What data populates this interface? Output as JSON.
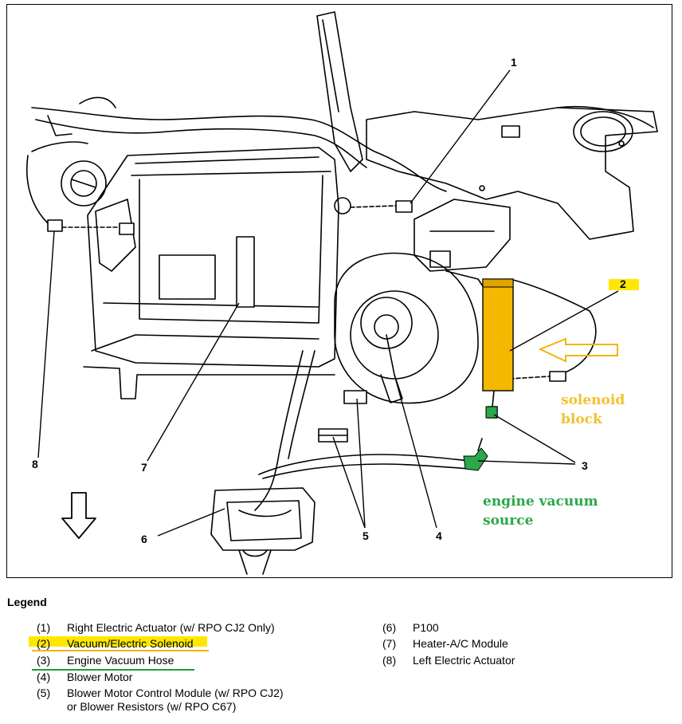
{
  "callouts": {
    "c1": "1",
    "c2": "2",
    "c3": "3",
    "c4": "4",
    "c5": "5",
    "c6": "6",
    "c7": "7",
    "c8": "8"
  },
  "annotations": {
    "solenoid_line1": "solenoid",
    "solenoid_line2": "block",
    "vacuum_line1": "engine vacuum",
    "vacuum_line2": "source"
  },
  "legend": {
    "title": "Legend",
    "left": [
      {
        "num": "(1)",
        "text": "Right Electric Actuator (w/ RPO CJ2 Only)"
      },
      {
        "num": "(2)",
        "text": "Vacuum/Electric Solenoid"
      },
      {
        "num": "(3)",
        "text": "Engine Vacuum Hose"
      },
      {
        "num": "(4)",
        "text": "Blower Motor"
      },
      {
        "num": "(5)",
        "text": "Blower Motor Control Module (w/ RPO CJ2)"
      },
      {
        "num": "",
        "text": "or Blower Resistors (w/ RPO C67)"
      }
    ],
    "right": [
      {
        "num": "(6)",
        "text": "P100"
      },
      {
        "num": "(7)",
        "text": "Heater-A/C Module"
      },
      {
        "num": "(8)",
        "text": "Left Electric Actuator"
      }
    ]
  },
  "colors": {
    "highlight_yellow": "#ffe800",
    "solenoid_orange": "#f5b800",
    "annotation_yellow": "#f2c12e",
    "vacuum_green": "#2aa84a",
    "underline_green": "#1f9a3a",
    "underline_yellow": "#f2b400"
  }
}
